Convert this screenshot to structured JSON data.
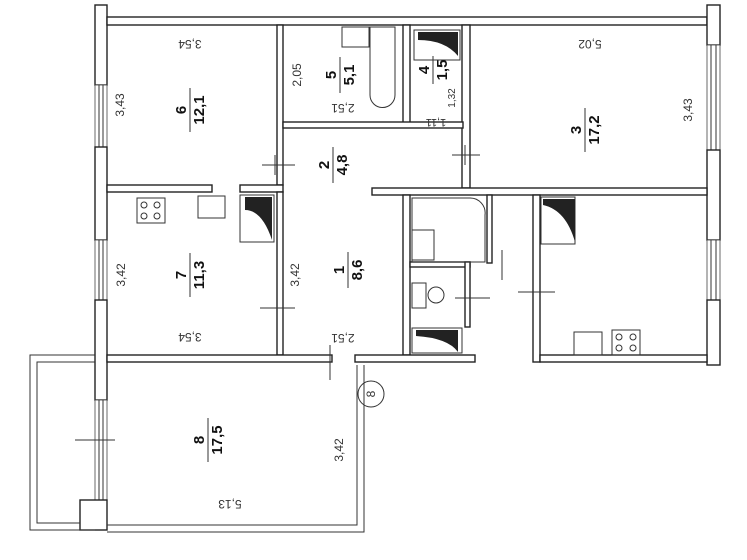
{
  "plan": {
    "rooms": [
      {
        "number": "1",
        "area": "8,6"
      },
      {
        "number": "2",
        "area": "4,8"
      },
      {
        "number": "3",
        "area": "17,2"
      },
      {
        "number": "4",
        "area": "1,5"
      },
      {
        "number": "5",
        "area": "5,1"
      },
      {
        "number": "6",
        "area": "12,1"
      },
      {
        "number": "7",
        "area": "11,3"
      },
      {
        "number": "8",
        "area": "17,5"
      }
    ],
    "dimensions": {
      "room6_width": "3,54",
      "room6_length": "3,43",
      "room5_length": "2,05",
      "room5_width": "2,51",
      "room4_width": "1,11",
      "room4_length": "1,32",
      "room3_width": "5,02",
      "room3_length": "3,43",
      "room7_length": "3,42",
      "room7_width": "3,54",
      "room1_length": "3,42",
      "room1_width": "2,51",
      "room8_length": "3,42",
      "room8_width": "5,13"
    },
    "marker": "8"
  }
}
